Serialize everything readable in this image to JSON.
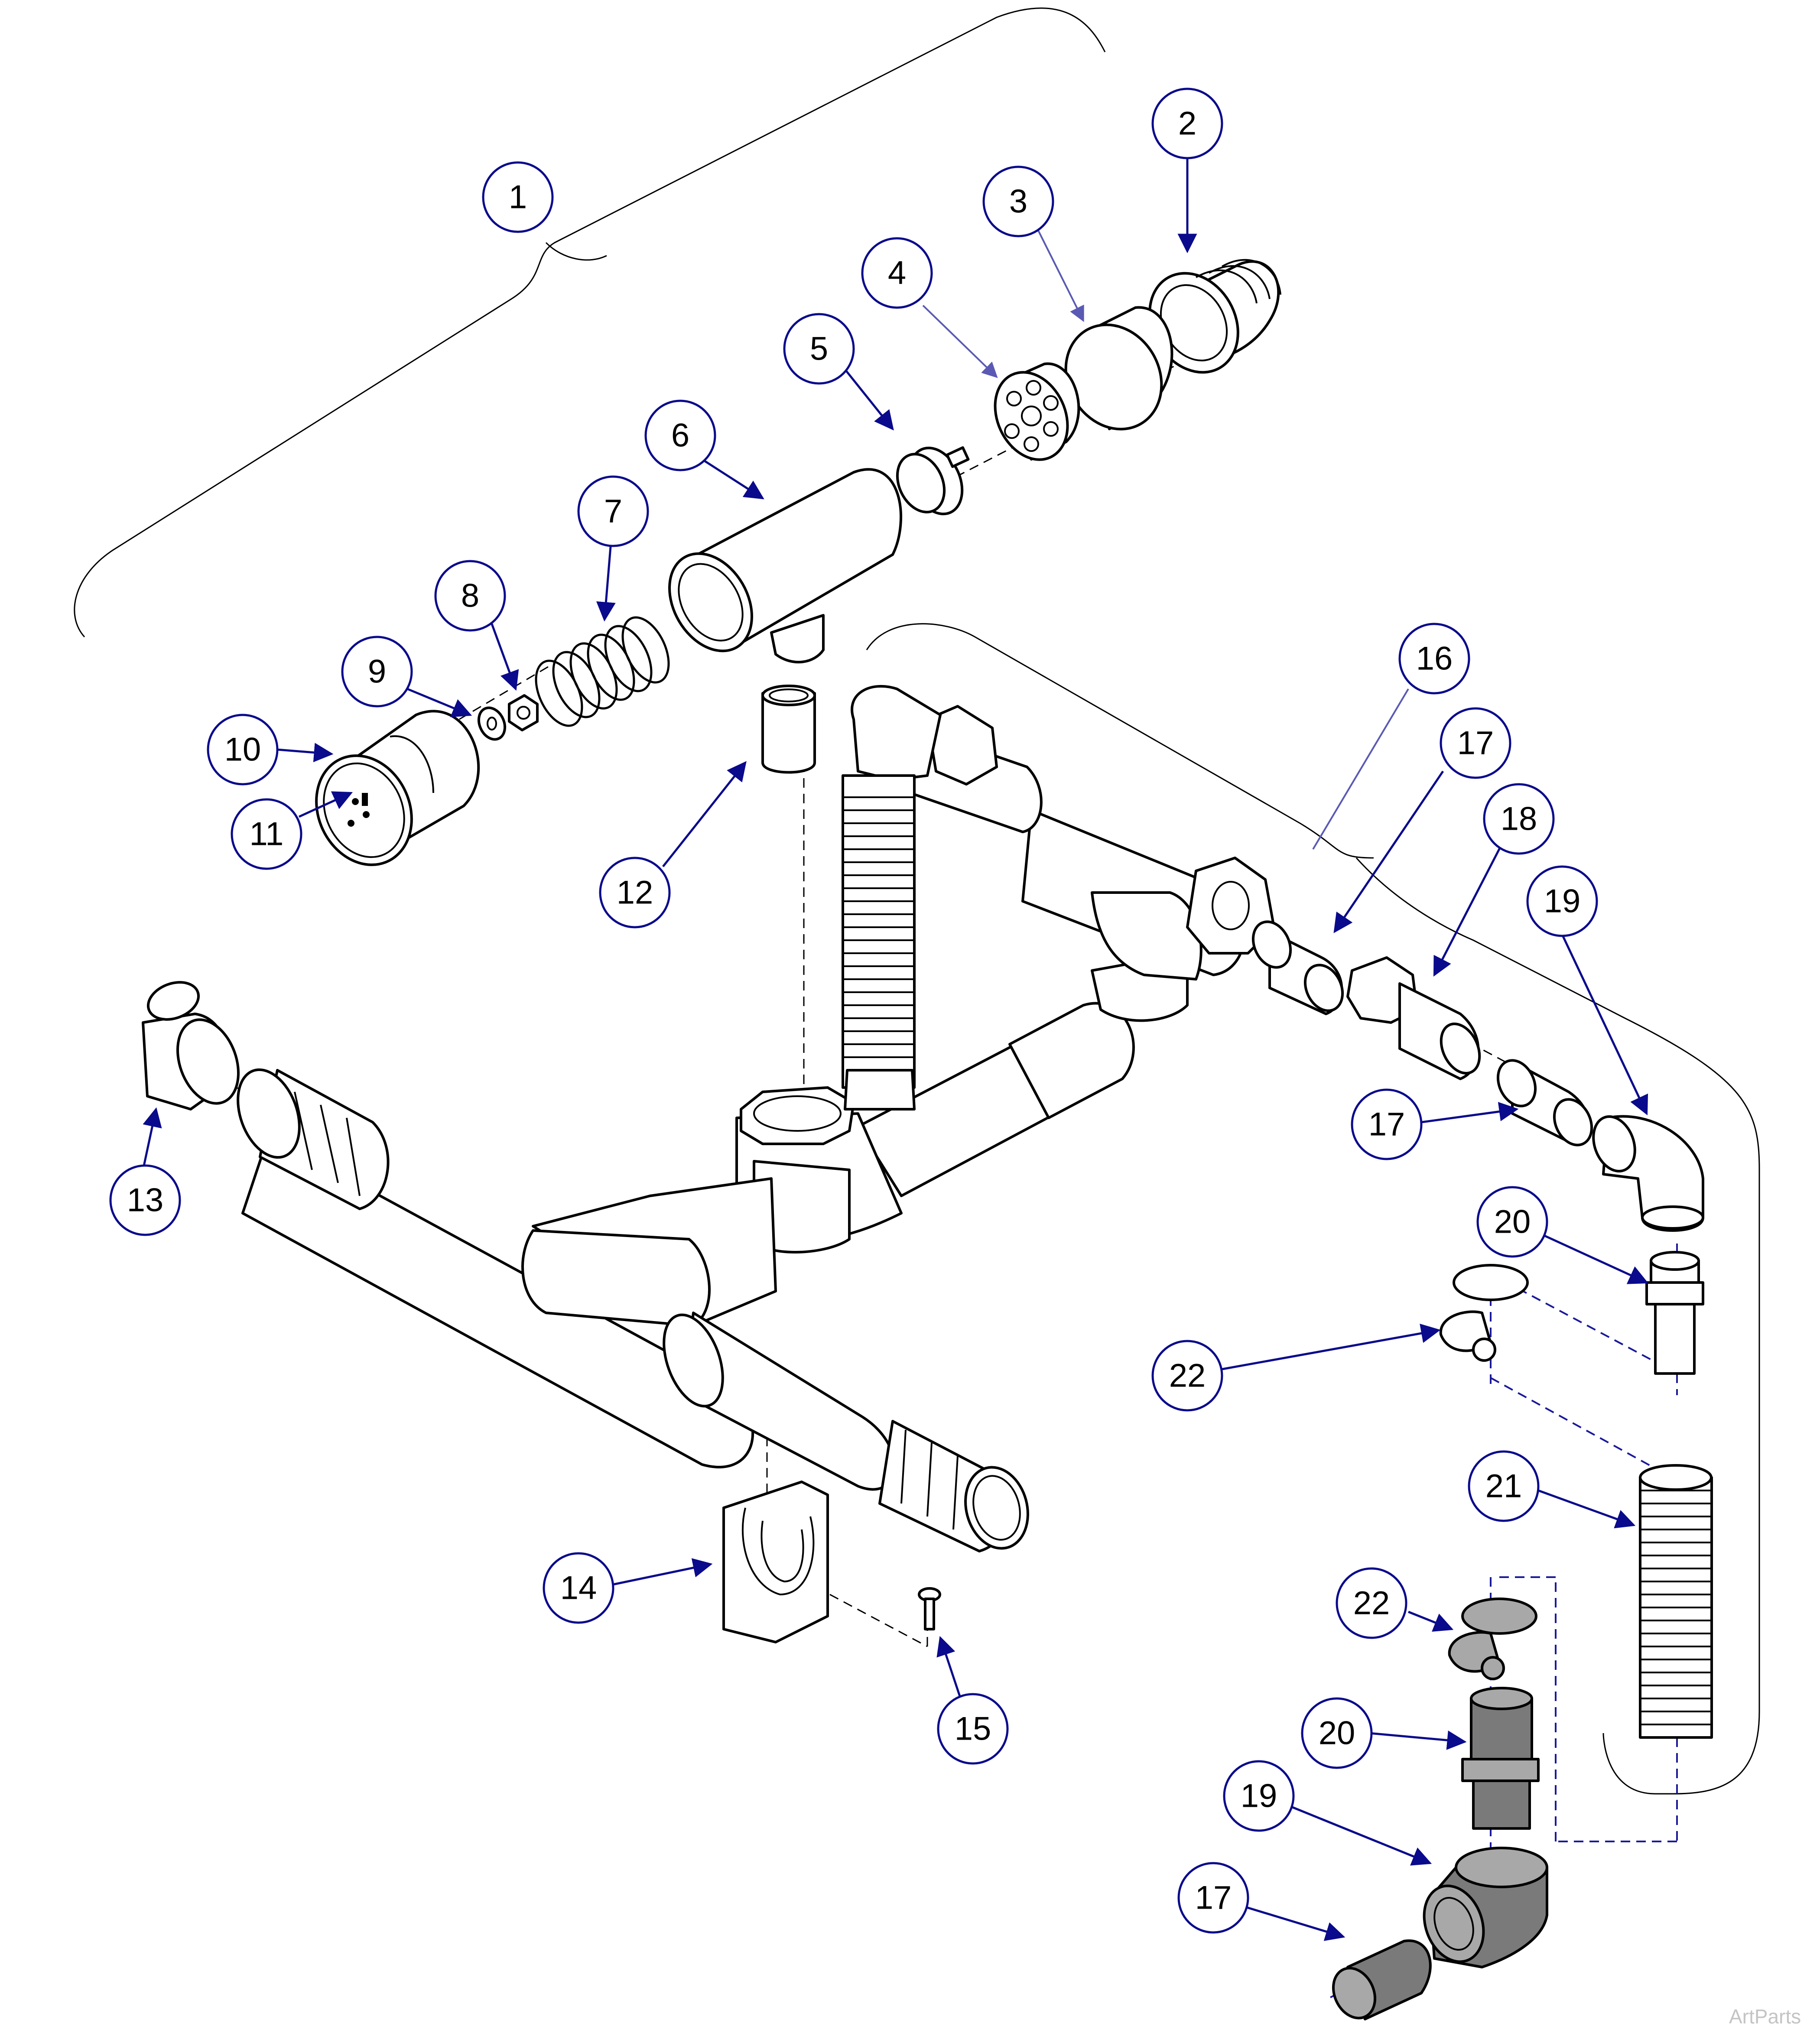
{
  "diagram": {
    "callouts": [
      "1",
      "2",
      "3",
      "4",
      "5",
      "6",
      "7",
      "8",
      "9",
      "10",
      "11",
      "12",
      "13",
      "14",
      "15",
      "16",
      "17",
      "17",
      "17",
      "18",
      "19",
      "19",
      "20",
      "20",
      "21",
      "22",
      "22"
    ],
    "watermark": "ArtParts",
    "colors": {
      "leader": "#0a0a8c",
      "part_outline": "#000000",
      "dark_part": "#7a7a7a"
    }
  }
}
